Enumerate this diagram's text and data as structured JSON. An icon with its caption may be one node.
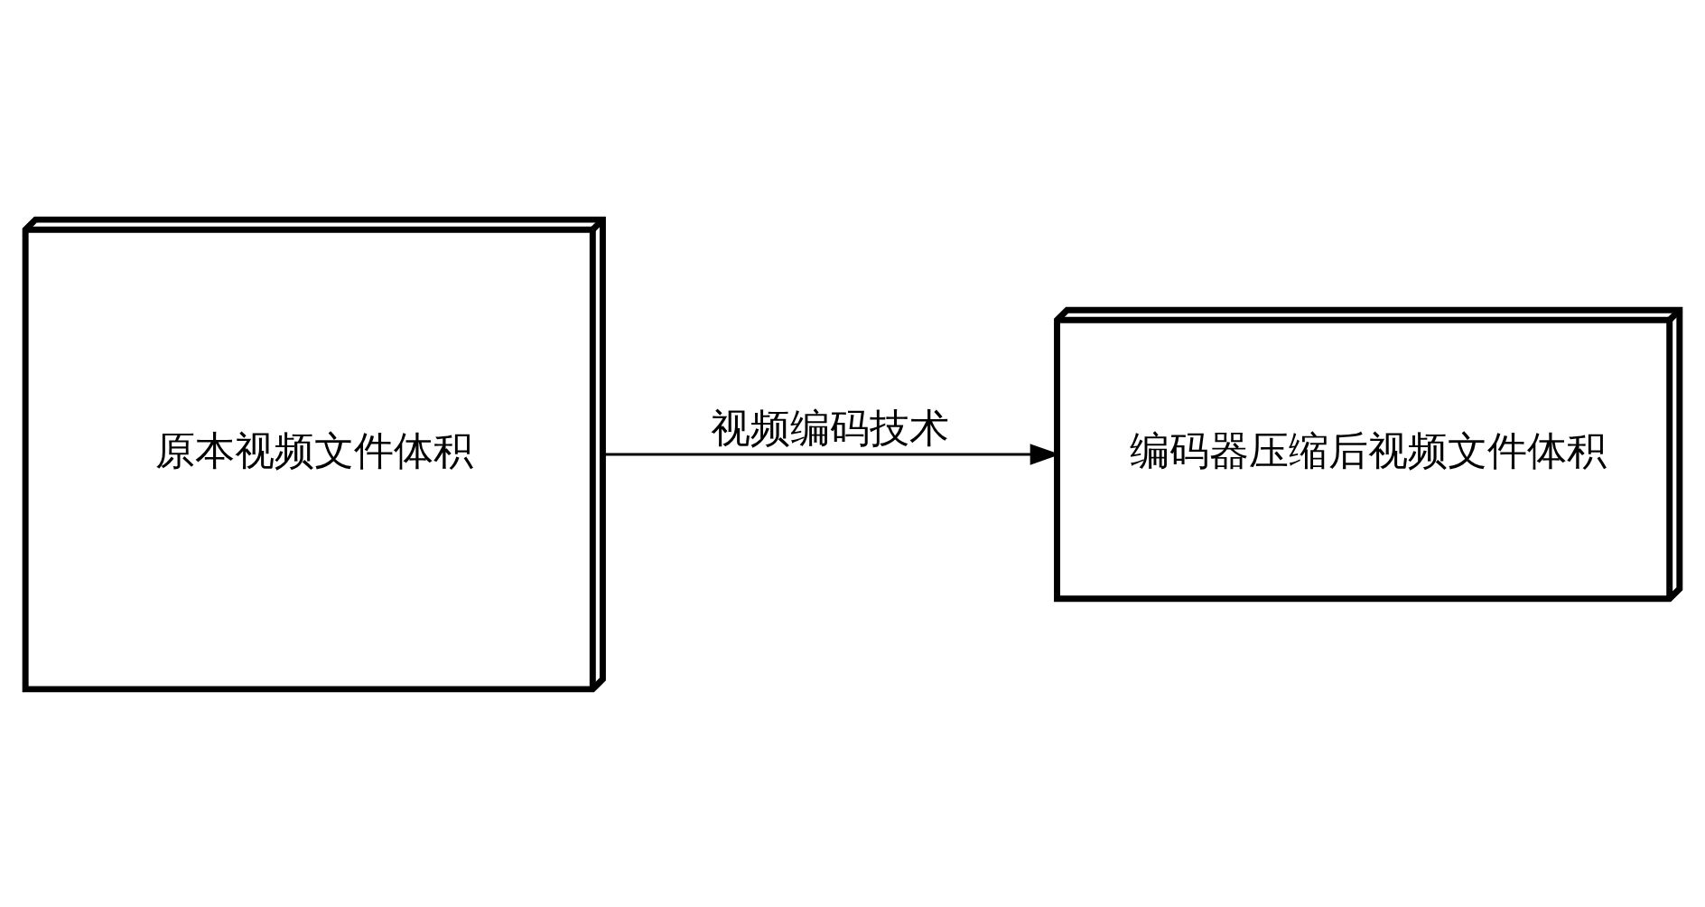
{
  "diagram": {
    "nodes": [
      {
        "text": [
          "原本视频文件体积"
        ]
      },
      {
        "text": [
          "编码器压缩后视频文件体积"
        ]
      }
    ],
    "edges": [
      {
        "from": 0,
        "to": 1,
        "arrow": "to",
        "label": "视频编码技术"
      }
    ]
  }
}
